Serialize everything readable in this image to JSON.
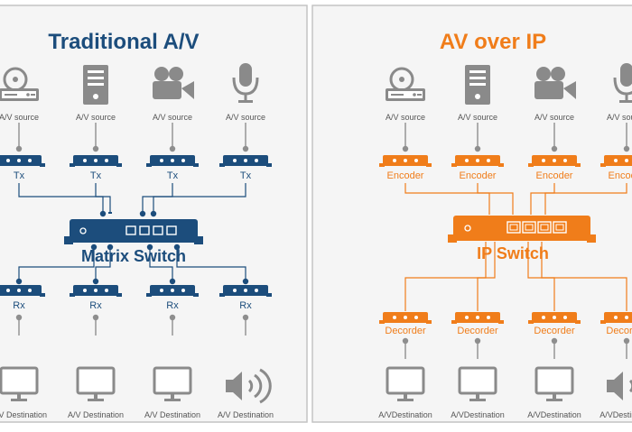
{
  "colors": {
    "traditional": "#1c4d7c",
    "ip": "#f07d1a",
    "icon": "#8a8a8a",
    "frame": "#bdbdbd",
    "panel_bg": "#f5f5f5",
    "connector": "#8e8e8e"
  },
  "traditional": {
    "title": "Traditional A/V",
    "switch_label": "Matrix Switch",
    "sources": [
      {
        "icon": "media-player-icon",
        "label": "A/V source"
      },
      {
        "icon": "server-tower-icon",
        "label": "A/V source"
      },
      {
        "icon": "video-camera-icon",
        "label": "A/V source"
      },
      {
        "icon": "microphone-icon",
        "label": "A/V source"
      }
    ],
    "transmitters": [
      "Tx",
      "Tx",
      "Tx",
      "Tx"
    ],
    "receivers": [
      "Rx",
      "Rx",
      "Rx",
      "Rx"
    ],
    "destinations": [
      {
        "icon": "monitor-icon",
        "label": "A/V Destination"
      },
      {
        "icon": "monitor-icon",
        "label": "A/V Destination"
      },
      {
        "icon": "monitor-icon",
        "label": "A/V Destination"
      },
      {
        "icon": "speaker-icon",
        "label": "A/V Destination"
      }
    ]
  },
  "ip": {
    "title": "AV over IP",
    "switch_label": "IP Switch",
    "sources": [
      {
        "icon": "media-player-icon",
        "label": "A/V source"
      },
      {
        "icon": "server-tower-icon",
        "label": "A/V source"
      },
      {
        "icon": "video-camera-icon",
        "label": "A/V source"
      },
      {
        "icon": "microphone-icon",
        "label": "A/V source"
      }
    ],
    "encoders": [
      "Encoder",
      "Encoder",
      "Encoder",
      "Encoder"
    ],
    "decoders": [
      "Decorder",
      "Decorder",
      "Decorder",
      "Decorder"
    ],
    "destinations": [
      {
        "icon": "monitor-icon",
        "label": "A/VDestination"
      },
      {
        "icon": "monitor-icon",
        "label": "A/VDestination"
      },
      {
        "icon": "monitor-icon",
        "label": "A/VDestination"
      },
      {
        "icon": "speaker-icon",
        "label": "A/VDestination"
      }
    ]
  }
}
